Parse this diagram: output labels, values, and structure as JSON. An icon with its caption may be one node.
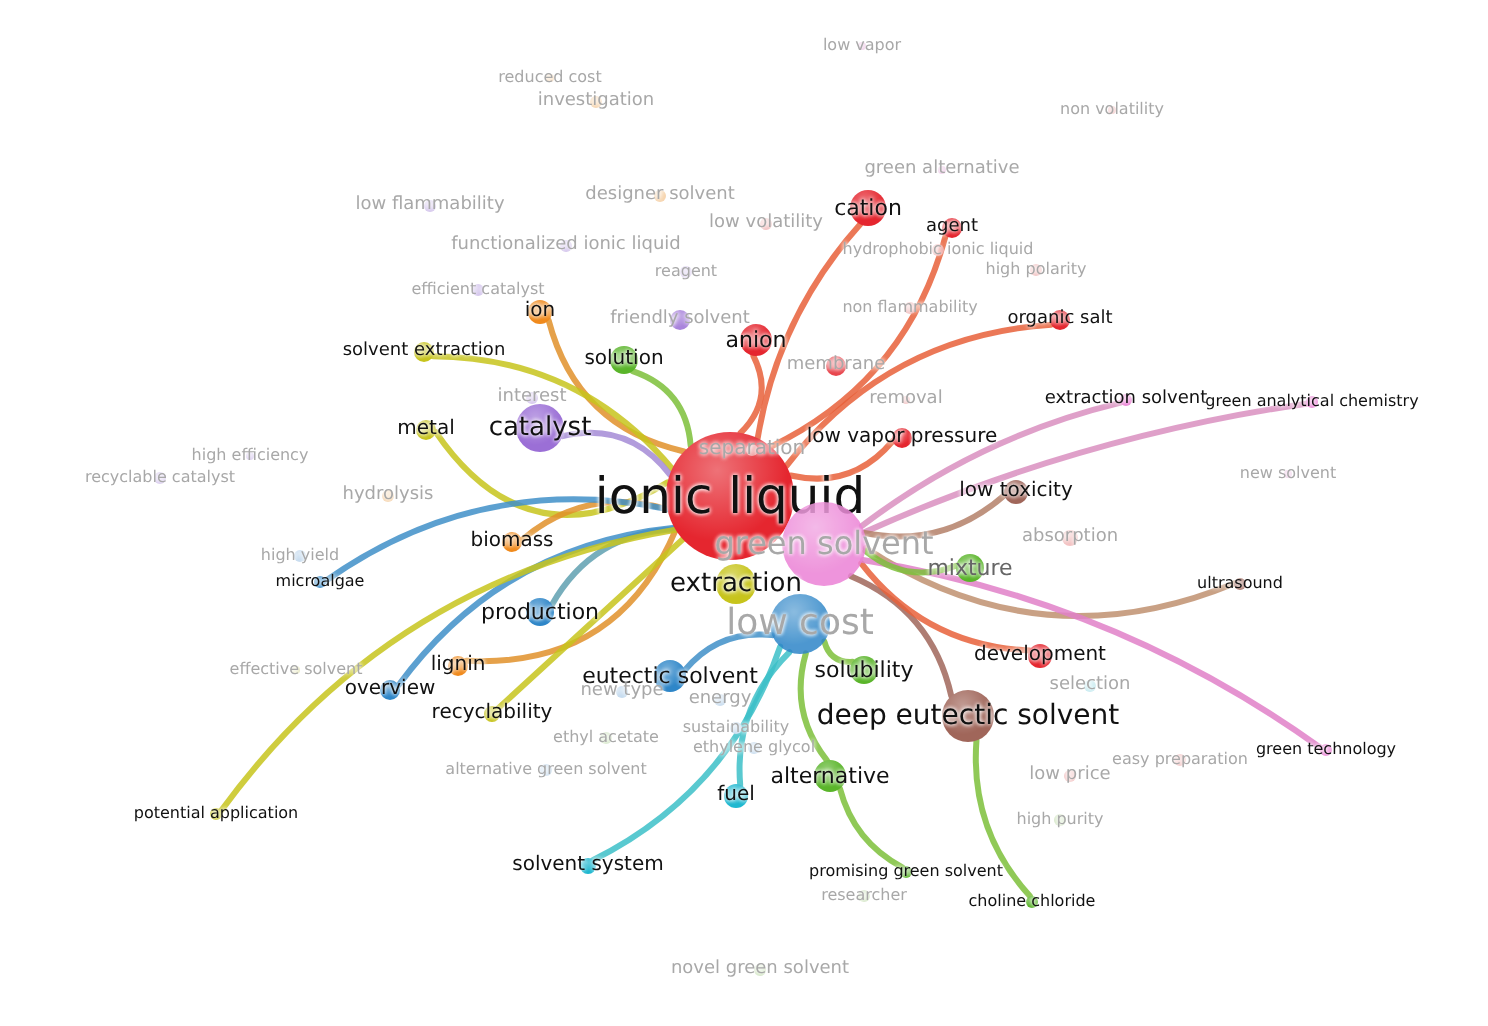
{
  "diagram": {
    "nodes": [
      {
        "text": [
          "ionic liquid"
        ]
      },
      {
        "text": [
          "green solvent"
        ]
      },
      {
        "text": [
          "low cost"
        ]
      },
      {
        "text": [
          "extraction"
        ]
      },
      {
        "text": [
          "deep eutectic solvent"
        ]
      },
      {
        "text": [
          "cation"
        ]
      },
      {
        "text": [
          "agent"
        ]
      },
      {
        "text": [
          "organic salt"
        ]
      },
      {
        "text": [
          "anion"
        ]
      },
      {
        "text": [
          "ion"
        ]
      },
      {
        "text": [
          "solution"
        ]
      },
      {
        "text": [
          "solvent extraction"
        ]
      },
      {
        "text": [
          "catalyst"
        ]
      },
      {
        "text": [
          "metal"
        ]
      },
      {
        "text": [
          "biomass"
        ]
      },
      {
        "text": [
          "microalgae"
        ]
      },
      {
        "text": [
          "production"
        ]
      },
      {
        "text": [
          "lignin"
        ]
      },
      {
        "text": [
          "overview"
        ]
      },
      {
        "text": [
          "recyclability"
        ]
      },
      {
        "text": [
          "potential application"
        ]
      },
      {
        "text": [
          "eutectic solvent"
        ]
      },
      {
        "text": [
          "low vapor pressure"
        ]
      },
      {
        "text": [
          "extraction solvent"
        ]
      },
      {
        "text": [
          "green analytical chemistry"
        ]
      },
      {
        "text": [
          "low toxicity"
        ]
      },
      {
        "text": [
          "ultrasound"
        ]
      },
      {
        "text": [
          "solubility"
        ]
      },
      {
        "text": [
          "development"
        ]
      },
      {
        "text": [
          "alternative"
        ]
      },
      {
        "text": [
          "fuel"
        ]
      },
      {
        "text": [
          "solvent system"
        ]
      },
      {
        "text": [
          "promising green solvent"
        ]
      },
      {
        "text": [
          "choline chloride"
        ]
      },
      {
        "text": [
          "green technology"
        ]
      },
      {
        "text": [
          "mixture"
        ]
      },
      {
        "text": [
          "low vapor"
        ]
      },
      {
        "text": [
          "reduced cost"
        ]
      },
      {
        "text": [
          "investigation"
        ]
      },
      {
        "text": [
          "non volatility"
        ]
      },
      {
        "text": [
          "green alternative"
        ]
      },
      {
        "text": [
          "designer solvent"
        ]
      },
      {
        "text": [
          "low flammability"
        ]
      },
      {
        "text": [
          "low volatility"
        ]
      },
      {
        "text": [
          "functionalized ionic liquid"
        ]
      },
      {
        "text": [
          "hydrophobic ionic liquid"
        ]
      },
      {
        "text": [
          "efficient catalyst"
        ]
      },
      {
        "text": [
          "reagent"
        ]
      },
      {
        "text": [
          "high polarity"
        ]
      },
      {
        "text": [
          "friendly solvent"
        ]
      },
      {
        "text": [
          "non flammability"
        ]
      },
      {
        "text": [
          "membrane"
        ]
      },
      {
        "text": [
          "removal"
        ]
      },
      {
        "text": [
          "interest"
        ]
      },
      {
        "text": [
          "separation"
        ]
      },
      {
        "text": [
          "high efficiency"
        ]
      },
      {
        "text": [
          "recyclable catalyst"
        ]
      },
      {
        "text": [
          "hydrolysis"
        ]
      },
      {
        "text": [
          "new solvent"
        ]
      },
      {
        "text": [
          "absorption"
        ]
      },
      {
        "text": [
          "high yield"
        ]
      },
      {
        "text": [
          "effective solvent"
        ]
      },
      {
        "text": [
          "new type"
        ]
      },
      {
        "text": [
          "energy"
        ]
      },
      {
        "text": [
          "selection"
        ]
      },
      {
        "text": [
          "ethyl acetate"
        ]
      },
      {
        "text": [
          "sustainability"
        ]
      },
      {
        "text": [
          "ethylene glycol"
        ]
      },
      {
        "text": [
          "alternative green solvent"
        ]
      },
      {
        "text": [
          "low price"
        ]
      },
      {
        "text": [
          "easy preparation"
        ]
      },
      {
        "text": [
          "high purity"
        ]
      },
      {
        "text": [
          "researcher"
        ]
      },
      {
        "text": [
          "novel green solvent"
        ]
      }
    ],
    "edges": [
      {
        "from": 1,
        "to": 4,
        "arrow": "none",
        "color": "#a0665a"
      },
      {
        "from": 0,
        "to": 5,
        "arrow": "none",
        "color": "#e8603a"
      },
      {
        "from": 0,
        "to": 6,
        "arrow": "none",
        "color": "#e8603a"
      },
      {
        "from": 0,
        "to": 7,
        "arrow": "none",
        "color": "#e8603a"
      },
      {
        "from": 0,
        "to": 8,
        "arrow": "none",
        "color": "#e8603a"
      },
      {
        "from": 0,
        "to": 9,
        "arrow": "none",
        "color": "#e0902a"
      },
      {
        "from": 0,
        "to": 10,
        "arrow": "none",
        "color": "#7cbf3a"
      },
      {
        "from": 0,
        "to": 11,
        "arrow": "none",
        "color": "#c7c41c"
      },
      {
        "from": 0,
        "to": 12,
        "arrow": "none",
        "color": "#a58bd6"
      },
      {
        "from": 0,
        "to": 13,
        "arrow": "none",
        "color": "#c7c41c"
      },
      {
        "from": 0,
        "to": 14,
        "arrow": "none",
        "color": "#e0902a"
      },
      {
        "from": 0,
        "to": 15,
        "arrow": "none",
        "color": "#3f8fc8"
      },
      {
        "from": 0,
        "to": 16,
        "arrow": "none",
        "color": "#5fa0b0"
      },
      {
        "from": 0,
        "to": 17,
        "arrow": "none",
        "color": "#e0902a"
      },
      {
        "from": 0,
        "to": 18,
        "arrow": "none",
        "color": "#3f8fc8"
      },
      {
        "from": 0,
        "to": 19,
        "arrow": "none",
        "color": "#c7c41c"
      },
      {
        "from": 0,
        "to": 20,
        "arrow": "none",
        "color": "#c7c41c"
      },
      {
        "from": 2,
        "to": 21,
        "arrow": "none",
        "color": "#3f8fc8"
      },
      {
        "from": 0,
        "to": 22,
        "arrow": "none",
        "color": "#e8603a"
      },
      {
        "from": 1,
        "to": 23,
        "arrow": "none",
        "color": "#d98fc0"
      },
      {
        "from": 1,
        "to": 24,
        "arrow": "none",
        "color": "#d98fc0"
      },
      {
        "from": 1,
        "to": 25,
        "arrow": "none",
        "color": "#b48068"
      },
      {
        "from": 1,
        "to": 26,
        "arrow": "none",
        "color": "#c09070"
      },
      {
        "from": 2,
        "to": 27,
        "arrow": "none",
        "color": "#7cbf3a"
      },
      {
        "from": 1,
        "to": 28,
        "arrow": "none",
        "color": "#e8603a"
      },
      {
        "from": 2,
        "to": 29,
        "arrow": "none",
        "color": "#7cbf3a"
      },
      {
        "from": 2,
        "to": 30,
        "arrow": "none",
        "color": "#3cc0c8"
      },
      {
        "from": 2,
        "to": 31,
        "arrow": "none",
        "color": "#3cc0c8"
      },
      {
        "from": 29,
        "to": 32,
        "arrow": "none",
        "color": "#7cbf3a"
      },
      {
        "from": 4,
        "to": 33,
        "arrow": "none",
        "color": "#7cbf3a"
      },
      {
        "from": 1,
        "to": 34,
        "arrow": "none",
        "color": "#e080c8"
      },
      {
        "from": 1,
        "to": 35,
        "arrow": "none",
        "color": "#7cbf3a"
      }
    ]
  }
}
